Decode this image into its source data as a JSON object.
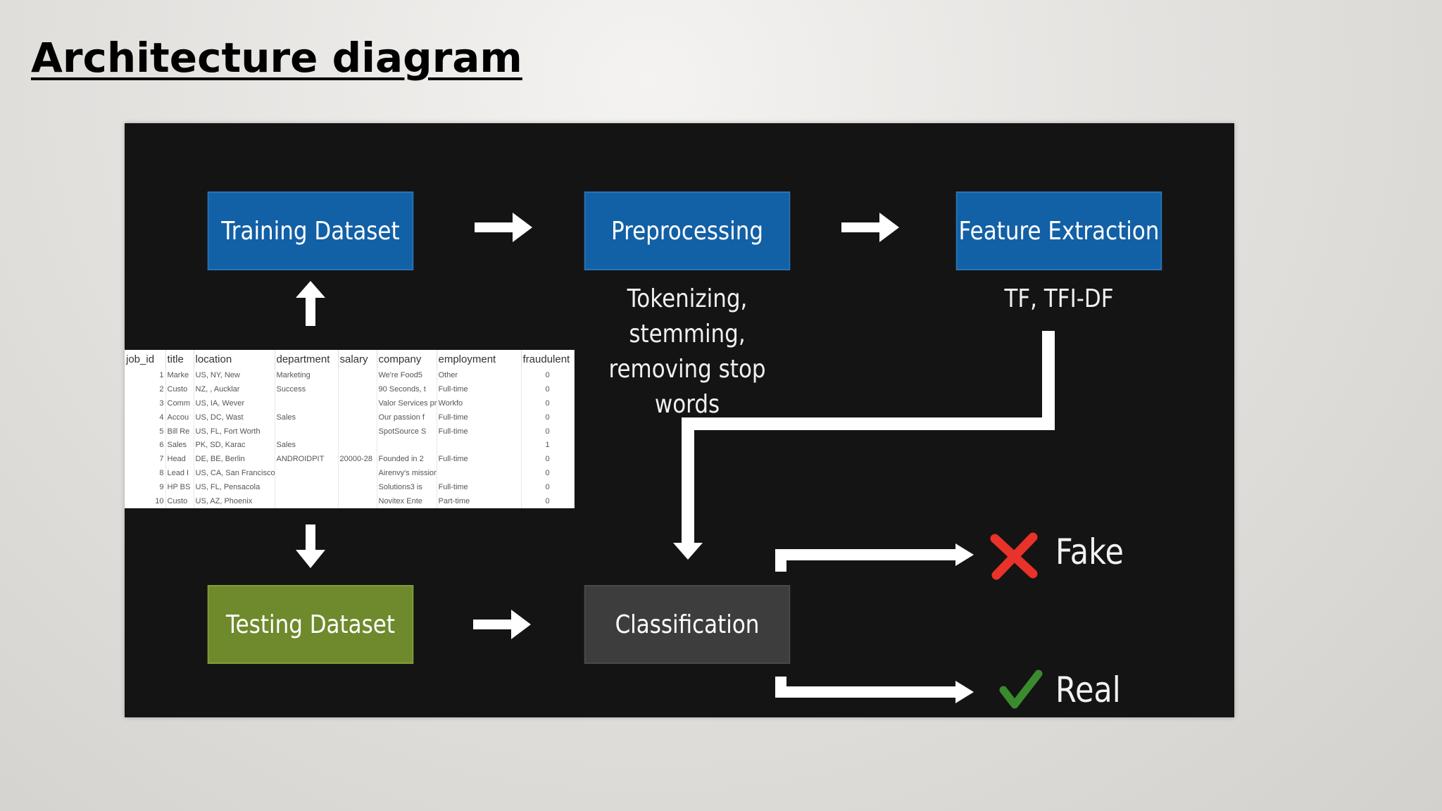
{
  "slide": {
    "title": "Architecture diagram"
  },
  "nodes": {
    "training": "Training Dataset",
    "preprocessing": "Preprocessing",
    "feature_extraction": "Feature Extraction",
    "testing": "Testing Dataset",
    "classification": "Classification"
  },
  "captions": {
    "preprocessing_line1": "Tokenizing, stemming,",
    "preprocessing_line2": "removing stop words",
    "feature": "TF, TFI-DF"
  },
  "results": {
    "fake": "Fake",
    "real": "Real"
  },
  "table": {
    "headers": [
      "job_id",
      "title",
      "location",
      "department",
      "salary",
      "company",
      "employment",
      "fraudulent"
    ],
    "rows": [
      [
        "1",
        "Marke",
        "US, NY, New",
        "Marketing",
        "",
        "We're Food5",
        "Other",
        "0"
      ],
      [
        "2",
        "Custo",
        "NZ, , Aucklar",
        "Success",
        "",
        "90 Seconds, t",
        "Full-time",
        "0"
      ],
      [
        "3",
        "Comm",
        "US, IA, Wever",
        "",
        "",
        "Valor Services provides",
        "Workfo",
        "0"
      ],
      [
        "4",
        "Accou",
        "US, DC, Wast",
        "Sales",
        "",
        "Our passion f",
        "Full-time",
        "0"
      ],
      [
        "5",
        "Bill Re",
        "US, FL, Fort Worth",
        "",
        "",
        "SpotSource S",
        "Full-time",
        "0"
      ],
      [
        "6",
        "Sales",
        "PK, SD, Karac",
        "Sales",
        "",
        "",
        "",
        "1"
      ],
      [
        "7",
        "Head",
        "DE, BE, Berlin",
        "ANDROIDPIT",
        "20000-28",
        "Founded in 2",
        "Full-time",
        "0"
      ],
      [
        "8",
        "Lead I",
        "US, CA, San Francisco",
        "",
        "",
        "Airenvy's mission is to provi",
        "",
        "0"
      ],
      [
        "9",
        "HP BS",
        "US, FL, Pensacola",
        "",
        "",
        "Solutions3 is",
        "Full-time",
        "0"
      ],
      [
        "10",
        "Custo",
        "US, AZ, Phoenix",
        "",
        "",
        "Novitex Ente",
        "Part-time",
        "0"
      ]
    ]
  },
  "colors": {
    "panel": "#141414",
    "blue_box": "#1260a6",
    "green_box": "#6e8a2c",
    "gray_box": "#3d3d3d",
    "fake_mark": "#e8322a",
    "real_mark": "#3a8a2e"
  },
  "icons": [
    "arrow-right-icon",
    "arrow-up-icon",
    "arrow-down-icon",
    "cross-icon",
    "checkmark-icon"
  ]
}
